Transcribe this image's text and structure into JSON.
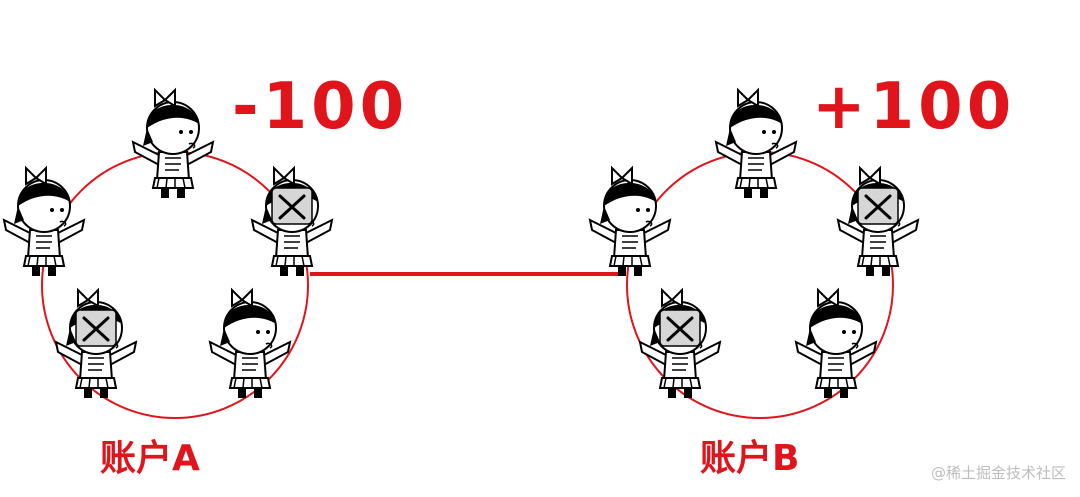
{
  "account_a": {
    "delta": "-100",
    "label": "账户A",
    "ring_color": "#e0141b"
  },
  "account_b": {
    "delta": "+100",
    "label": "账户B",
    "ring_color": "#e0141b"
  },
  "link_color": "#e0141b",
  "watermark": "@稀土掘金技术社区"
}
